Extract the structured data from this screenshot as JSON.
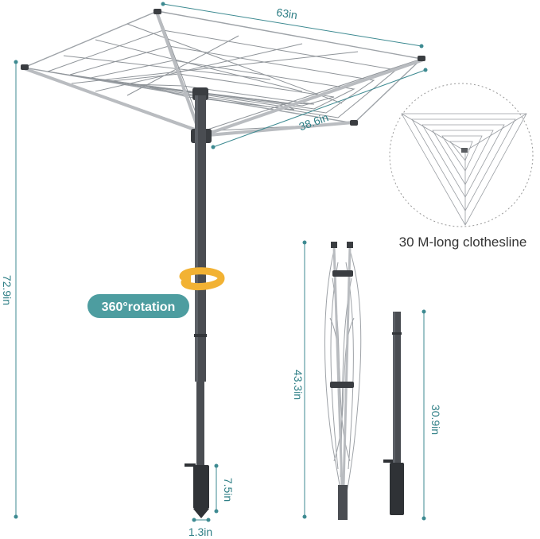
{
  "colors": {
    "dimension": "#3d8a91",
    "pole": "#4a4d52",
    "pole_dark": "#2f3236",
    "line": "#8f9499",
    "arm": "#b9bcc0",
    "badge": "#4d9da0",
    "rotate_arrow": "#f2b233"
  },
  "dimensions": {
    "width_top": "63in",
    "arm_length": "38.6in",
    "total_height": "72.9in",
    "folded_height": "43.3in",
    "pole_height": "30.9in",
    "spike_height": "7.5in",
    "spike_diameter": "1.3in"
  },
  "badge": {
    "rotation": "360°rotation"
  },
  "detail": {
    "clothesline": "30 M-long clothesline"
  },
  "icons": {
    "rotation_arrow": "rotate-arrow-icon"
  }
}
